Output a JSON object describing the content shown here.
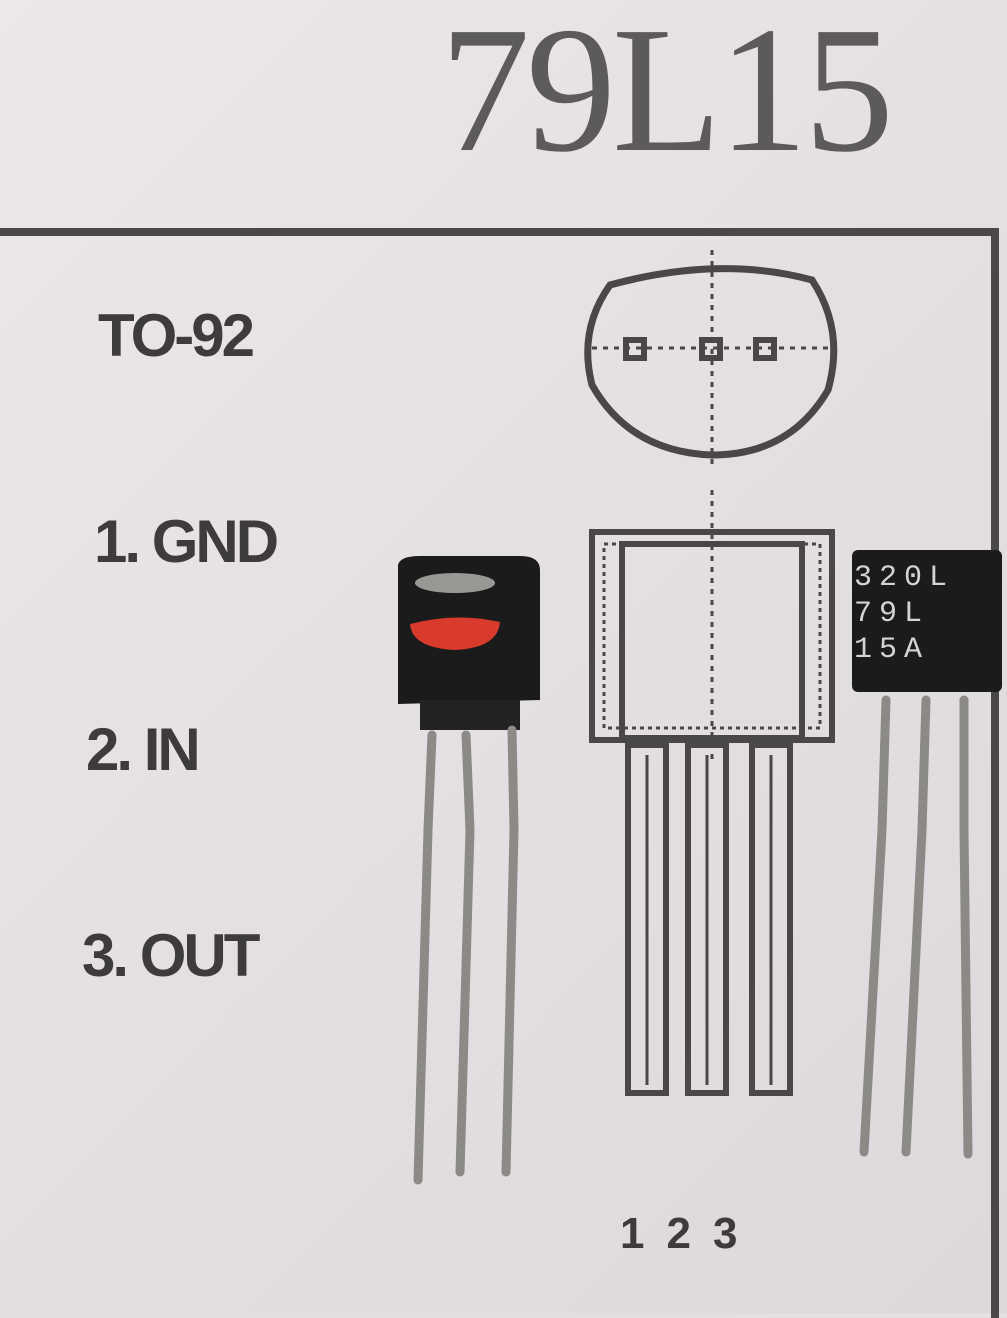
{
  "title": "79L15",
  "package": "TO-92",
  "pins": [
    {
      "label": "1. GND"
    },
    {
      "label": "2. IN"
    },
    {
      "label": "3. OUT"
    }
  ],
  "pin_numbers": "123",
  "component_marking": [
    "320L",
    "79L",
    "15A"
  ],
  "colors": {
    "paper": "#e6e2e5",
    "ink": "#3e3b3d",
    "component_body": "#1c1b1c",
    "red_mark": "#d83a2c",
    "lead": "#8c8a86"
  }
}
